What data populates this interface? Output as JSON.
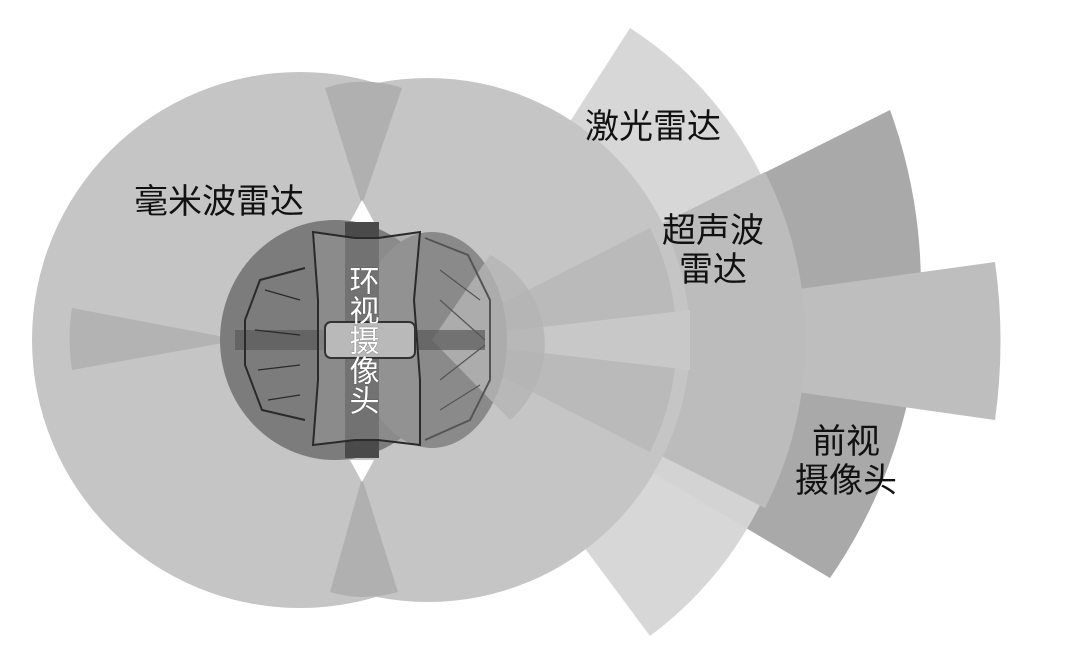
{
  "diagram": {
    "title": "",
    "colors": {
      "background": "#ffffff",
      "mmwave_radar": "#c5c5c5",
      "mmwave_sector": "#b3b3b3",
      "lidar": "#d5d5d5",
      "front_camera": "#a9a9a9",
      "long_range": "#bebebe",
      "ultrasonic": "#cacaca",
      "surround_camera": "#7a7a7a",
      "vehicle_outline": "#2a2a2a"
    },
    "labels": {
      "mmwave_radar": "毫米波雷达",
      "lidar": "激光雷达",
      "ultrasonic_line1": "超声波",
      "ultrasonic_line2": "雷达",
      "front_camera_line1": "前视",
      "front_camera_line2": "摄像头",
      "surround_camera": "环视摄像头"
    }
  }
}
